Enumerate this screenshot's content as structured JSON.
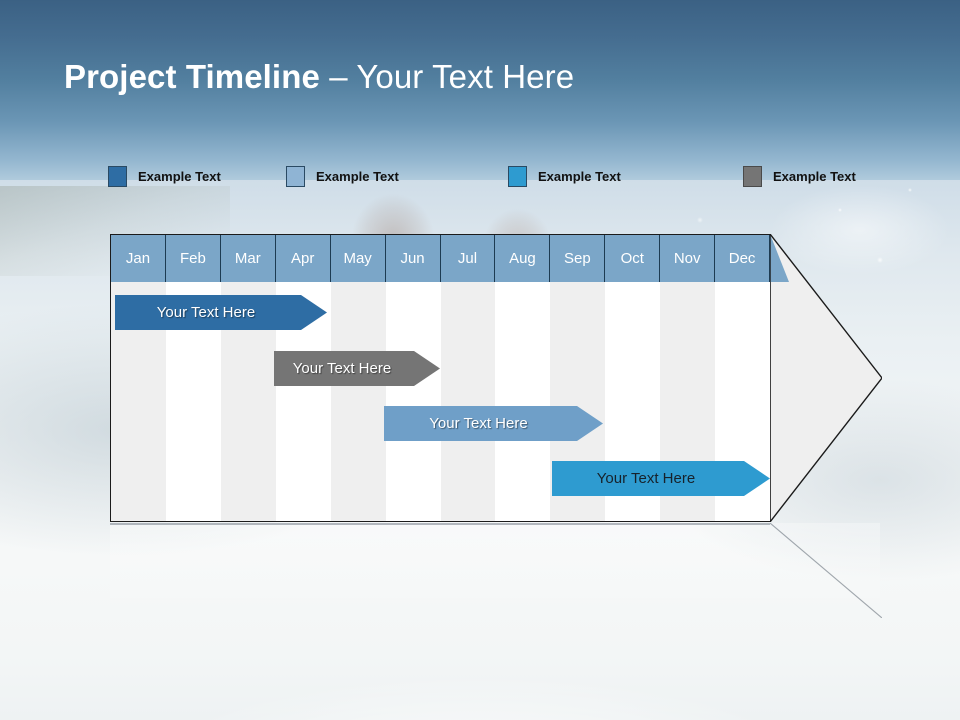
{
  "slide": {
    "title_strong": "Project Timeline",
    "title_light": " – Your Text Here"
  },
  "legend": {
    "items": [
      {
        "label": "Example Text",
        "color": "#2e6da4",
        "name": "legend-item-dark-blue"
      },
      {
        "label": "Example Text",
        "color": "#8fb4d4",
        "name": "legend-item-light-blue"
      },
      {
        "label": "Example Text",
        "color": "#2e9bd0",
        "name": "legend-item-bright-blue"
      },
      {
        "label": "Example Text",
        "color": "#757575",
        "name": "legend-item-gray"
      }
    ]
  },
  "timeline": {
    "months": [
      "Jan",
      "Feb",
      "Mar",
      "Apr",
      "May",
      "Jun",
      "Jul",
      "Aug",
      "Sep",
      "Oct",
      "Nov",
      "Dec"
    ],
    "header_bg": "#7ba6c8",
    "header_text_color": "#ffffff",
    "column_shade": "#efefef",
    "column_base": "#ffffff",
    "bars": [
      {
        "label": "Your  Text Here",
        "color": "#2e6da4",
        "text_tone": "light",
        "start_month": "Jan",
        "end_month": "Apr",
        "row": 1
      },
      {
        "label": "Your  Text Here",
        "color": "#757575",
        "text_tone": "light",
        "start_month": "Apr",
        "end_month": "Jun",
        "row": 2
      },
      {
        "label": "Your  Text Here",
        "color": "#6f9fc8",
        "text_tone": "light",
        "start_month": "Jun",
        "end_month": "Sep",
        "row": 3
      },
      {
        "label": "Your  Text Here",
        "color": "#2e9bd0",
        "text_tone": "dark",
        "start_month": "Sep",
        "end_month": "Dec",
        "row": 4
      }
    ]
  },
  "chart_data": {
    "type": "bar",
    "title": "Project Timeline – Your Text Here",
    "xlabel": "",
    "ylabel": "",
    "categories": [
      "Jan",
      "Feb",
      "Mar",
      "Apr",
      "May",
      "Jun",
      "Jul",
      "Aug",
      "Sep",
      "Oct",
      "Nov",
      "Dec"
    ],
    "series": [
      {
        "name": "Example Text",
        "color": "#2e6da4",
        "label": "Your  Text Here",
        "start": 0.1,
        "end": 3.9,
        "row": 1
      },
      {
        "name": "Example Text",
        "color": "#757575",
        "label": "Your  Text Here",
        "start": 3.0,
        "end": 6.0,
        "row": 2
      },
      {
        "name": "Example Text",
        "color": "#6f9fc8",
        "label": "Your  Text Here",
        "start": 5.0,
        "end": 9.0,
        "row": 3
      },
      {
        "name": "Example Text",
        "color": "#2e9bd0",
        "label": "Your  Text Here",
        "start": 8.0,
        "end": 12.0,
        "row": 4
      }
    ],
    "xlim": [
      0,
      12
    ],
    "grid": true,
    "legend_position": "top"
  },
  "colors": {
    "sky_top": "#3b6184",
    "sky_bottom": "#d9e5ee",
    "water": "#f2f5f6",
    "accent_dark_blue": "#2e6da4",
    "accent_light_blue": "#6f9fc8",
    "accent_bright_blue": "#2e9bd0",
    "accent_gray": "#757575",
    "header_blue": "#7ba6c8",
    "outline": "#1b1b1b"
  }
}
